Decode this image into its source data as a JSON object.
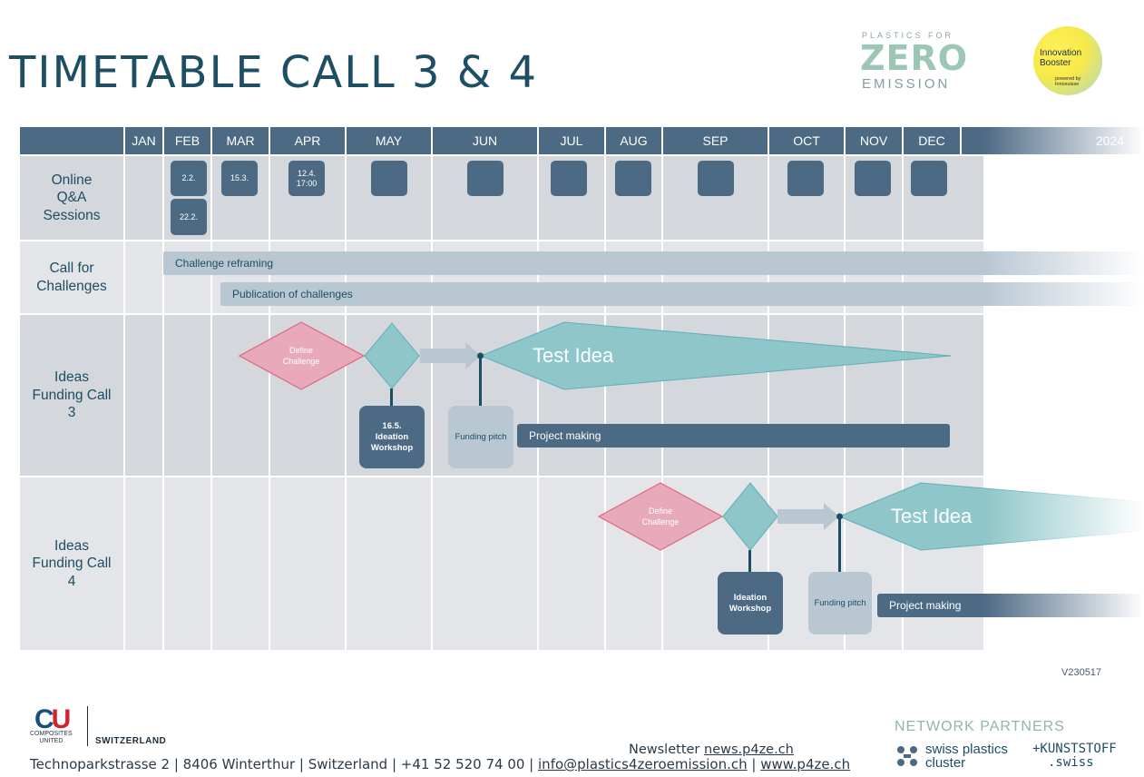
{
  "title": "TIMETABLE CALL 3 & 4",
  "logos": {
    "p4ze_small": "PLASTICS FOR",
    "p4ze_zero": "ZERO",
    "p4ze_emission": "EMISSION",
    "innovation_booster_l1": "Innovation",
    "innovation_booster_l2": "Booster",
    "innovation_booster_sub1": "powered by",
    "innovation_booster_sub2": "Innosuisse",
    "cu_letters": "CU",
    "cu_sub1": "COMPOSITES",
    "cu_sub2": "UNITED",
    "switzerland": "SWITZERLAND"
  },
  "months": [
    "JAN",
    "FEB",
    "MAR",
    "APR",
    "MAY",
    "JUN",
    "JUL",
    "AUG",
    "SEP",
    "OCT",
    "NOV",
    "DEC"
  ],
  "next_year": "2024",
  "rows": {
    "qa": "Online\nQ&A\nSessions",
    "challenges": "Call for\nChallenges",
    "call3": "Ideas\nFunding Call\n3",
    "call4": "Ideas\nFunding Call\n4"
  },
  "qa_sessions": {
    "feb_1": "2.2.",
    "feb_2": "22.2.",
    "mar": "15.3.",
    "apr": "12.4.\n17:00"
  },
  "challenge_bars": {
    "reframing": "Challenge reframing",
    "publication": "Publication of challenges"
  },
  "call3": {
    "define": "Define\nChallenge",
    "workshop": "16.5.\nIdeation\nWorkshop",
    "pitch": "Funding pitch",
    "test": "Test Idea",
    "project": "Project making"
  },
  "call4": {
    "define": "Define\nChallenge",
    "workshop": "Ideation\nWorkshop",
    "pitch": "Funding pitch",
    "test": "Test Idea",
    "project": "Project making"
  },
  "version": "V230517",
  "footer": {
    "address": "Technoparkstrasse 2 | 8406 Winterthur | Switzerland | +41 52 520 74 00 | ",
    "email": "info@plastics4zeroemission.ch",
    "sep": " | ",
    "web": "www.p4ze.ch",
    "newsletter_label": "Newsletter ",
    "newsletter_link": "news.p4ze.ch",
    "network_partners": "NETWORK PARTNERS",
    "partner1_l1": "swiss plastics",
    "partner1_l2": "cluster",
    "partner2_l1": "+KUNSTSTOFF",
    "partner2_l2": ".swiss"
  },
  "colors": {
    "navy": "#4d6a85",
    "title": "#1d4e63",
    "teal": "#8ec6c9",
    "pink": "#e8aabb",
    "light": "#b9c7d3"
  }
}
